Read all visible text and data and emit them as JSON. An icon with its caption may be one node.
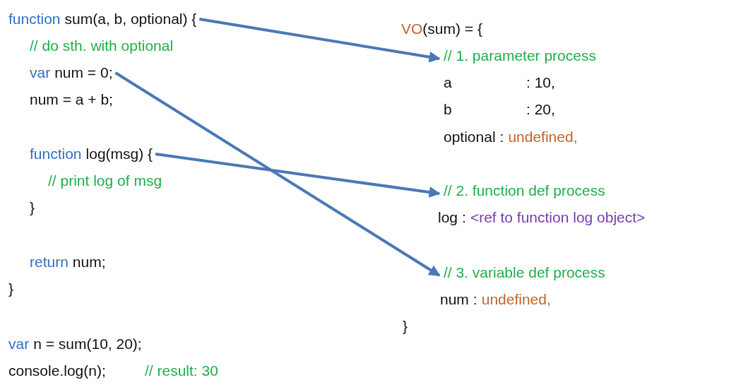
{
  "diagram": {
    "nodes": [
      {
        "text": [
          "function",
          "sum(a, b, optional) {"
        ]
      },
      {
        "text": [
          "var",
          "num  = 0;"
        ]
      },
      {
        "text": [
          "function",
          "log(msg) {"
        ]
      },
      {
        "text": [
          "// 1. parameter process"
        ]
      },
      {
        "text": [
          "// 2. function def process"
        ]
      },
      {
        "text": [
          "// 3. variable def process"
        ]
      }
    ],
    "edges": [
      {
        "from": 0,
        "to": 3,
        "arrow": "to"
      },
      {
        "from": 1,
        "to": 5,
        "arrow": "to"
      },
      {
        "from": 2,
        "to": 4,
        "arrow": "to"
      }
    ],
    "labels": [
      "// do sth. with optional",
      "num = a + b;",
      "// print log of msg",
      "}",
      "return",
      "num;",
      "}",
      "var",
      "n = sum(10, 20);",
      "console.log(n);",
      "// result: 30",
      "VO",
      "(sum) = {",
      "a",
      ": 10,",
      "b",
      ": 20,",
      "optional",
      ":",
      "undefined,",
      "log",
      ":",
      "<ref to function log object>",
      "num",
      ":",
      "undefined,",
      "}"
    ]
  }
}
